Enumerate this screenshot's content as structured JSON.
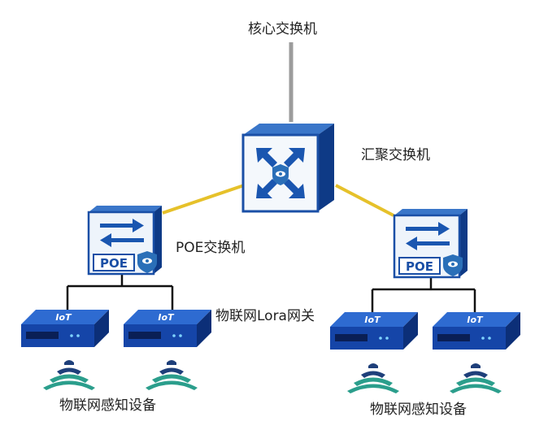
{
  "labels": {
    "core_switch": "核心交换机",
    "aggregation_switch": "汇聚交换机",
    "poe_switch": "POE交换机",
    "lora_gateway": "物联网Lora网关",
    "sensor_devices_left": "物联网感知设备",
    "sensor_devices_right": "物联网感知设备"
  },
  "device_text": {
    "poe_badge": "POE",
    "iot_badge": "IoT"
  },
  "colors": {
    "uplink": "#9c9c9c",
    "trunk": "#e6c12a",
    "wiring": "#111111",
    "switch_blue": "#1a4fa6",
    "switch_light": "#eef4fb",
    "shield": "#2a6fb8",
    "wifi_teal": "#2b9e8c",
    "wifi_navy": "#1e3f7a",
    "gateway_top": "#2e6bd1",
    "gateway_front": "#1545a8"
  }
}
